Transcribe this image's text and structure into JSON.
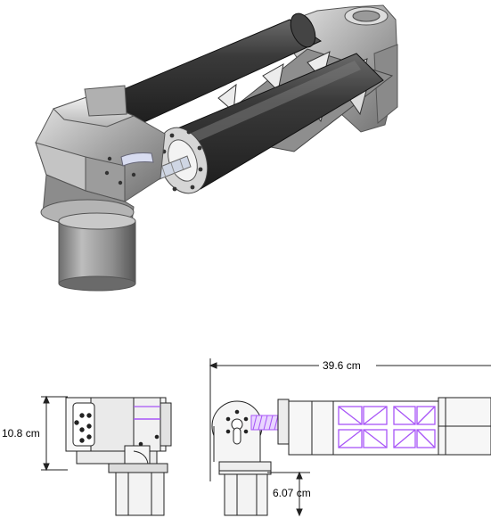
{
  "dimensions": {
    "total_length": "39.6 cm",
    "height": "10.8 cm",
    "offset": "6.07 cm"
  },
  "colors": {
    "metal_light": "#cfcfcf",
    "metal_mid": "#9a9a9a",
    "metal_dark": "#5a5a5a",
    "tube_dark": "#2e2e2e",
    "truss_highlight": "#a855f7",
    "line": "#222222"
  }
}
